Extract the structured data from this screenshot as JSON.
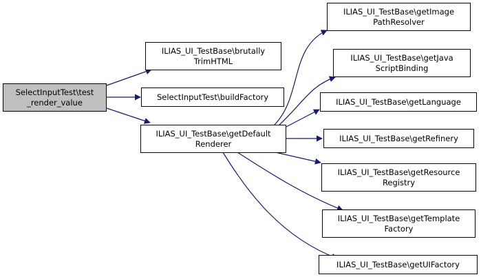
{
  "graph": {
    "colors": {
      "edge": "#191970",
      "node_border": "#000000",
      "root_fill": "#bfbfbf",
      "node_fill": "#ffffff"
    },
    "nodes": {
      "root": "SelectInputTest\\test\n_render_value",
      "brutally_trim_html": "ILIAS_UI_TestBase\\brutally\nTrimHTML",
      "build_factory": "SelectInputTest\\buildFactory",
      "get_default_renderer": "ILIAS_UI_TestBase\\getDefault\nRenderer",
      "get_image_path_resolver": "ILIAS_UI_TestBase\\getImage\nPathResolver",
      "get_javascript_binding": "ILIAS_UI_TestBase\\getJava\nScriptBinding",
      "get_language": "ILIAS_UI_TestBase\\getLanguage",
      "get_refinery": "ILIAS_UI_TestBase\\getRefinery",
      "get_resource_registry": "ILIAS_UI_TestBase\\getResource\nRegistry",
      "get_template_factory": "ILIAS_UI_TestBase\\getTemplate\nFactory",
      "get_ui_factory": "ILIAS_UI_TestBase\\getUIFactory"
    }
  }
}
